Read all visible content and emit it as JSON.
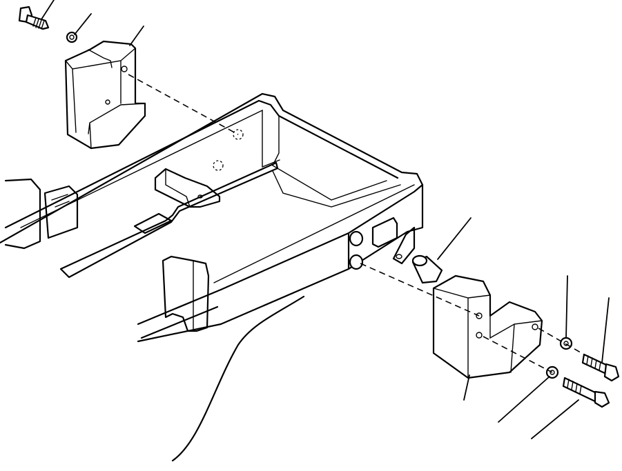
{
  "diagram": {
    "line_color": "#000000",
    "background": "#ffffff",
    "parts": [
      {
        "name": "counterweight-left",
        "description_icon": "block-icon"
      },
      {
        "name": "counterweight-right",
        "description_icon": "block-icon"
      },
      {
        "name": "bolt",
        "description_icon": "bolt-icon"
      },
      {
        "name": "washer",
        "description_icon": "washer-icon"
      },
      {
        "name": "spacer-sleeve",
        "description_icon": "sleeve-icon"
      },
      {
        "name": "frame",
        "description_icon": "frame-icon"
      }
    ]
  }
}
